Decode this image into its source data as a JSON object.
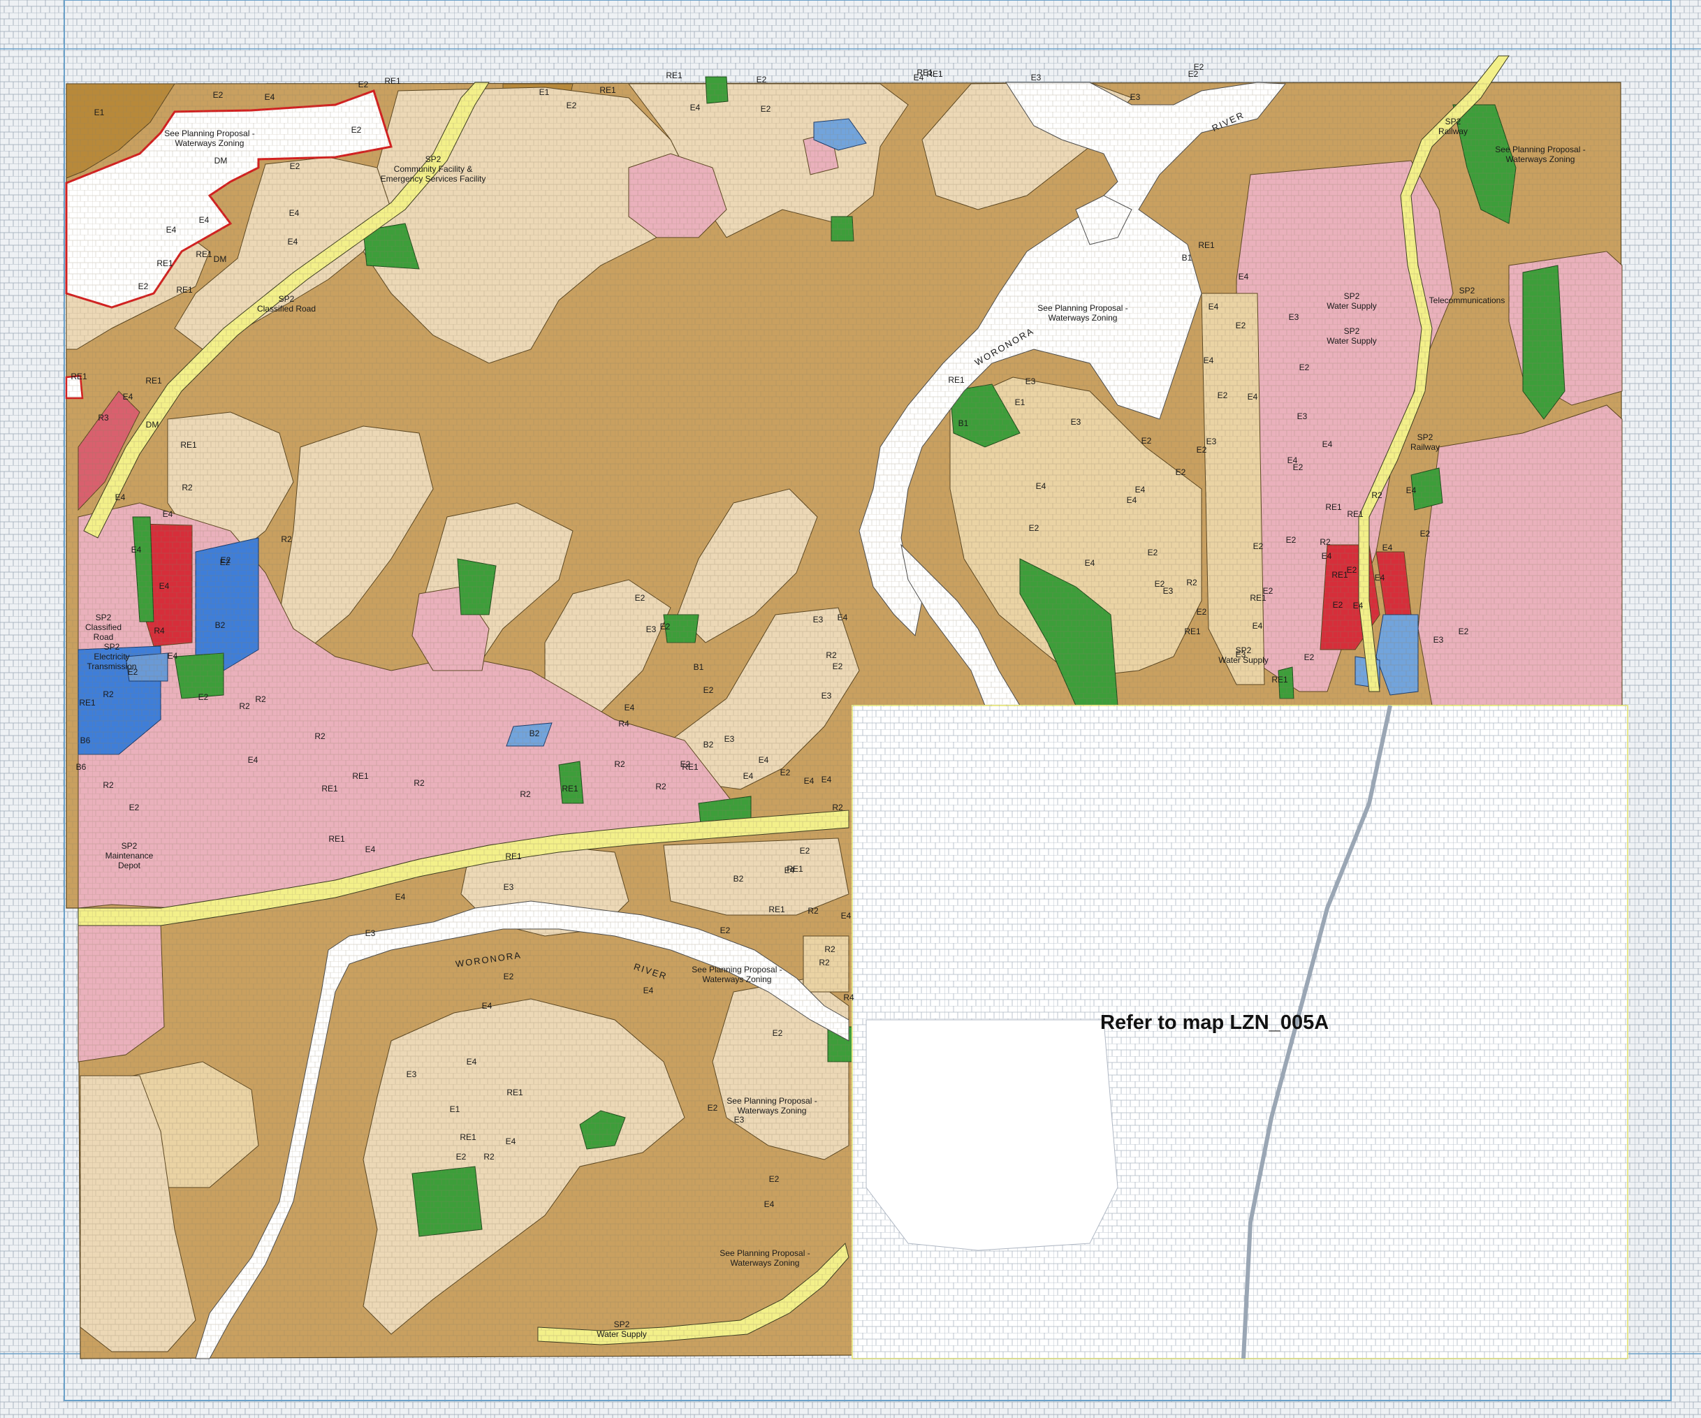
{
  "map": {
    "refer_note": "Refer to map LZN_005A",
    "colors": {
      "E1": "#b8893a",
      "E2": "#c9a060",
      "E3": "#ead3a4",
      "E4": "#ecd8b6",
      "R2": "#eab1bc",
      "R3": "#d9606e",
      "R4": "#d62e3a",
      "B1": "#6a9ad6",
      "B2": "#72a4dc",
      "B6": "#3f7ed8",
      "RE1": "#3d9e3a",
      "RE2": "#3d9e3a",
      "SP2": "#f3f08a",
      "river": "#ffffff",
      "cadastre": "#9aa6b4",
      "boundary_red": "#d21f1f"
    },
    "rivers": [
      {
        "name": "WORONORA",
        "label": "WORONORA"
      },
      {
        "name": "RIVER",
        "label": "RIVER"
      }
    ],
    "river_labels": [
      "WORONORA",
      "RIVER",
      "WORONORA",
      "RIVER"
    ],
    "annotations": [
      {
        "text1": "See Planning Proposal -",
        "text2": "Waterways Zoning"
      },
      {
        "text1": "SP2",
        "text2": "Community Facility &",
        "text3": "Emergency Services Facility"
      },
      {
        "text1": "SP2",
        "text2": "Classified Road"
      },
      {
        "text1": "See Planning Proposal -",
        "text2": "Waterways Zoning"
      },
      {
        "text1": "SP2",
        "text2": "Railway"
      },
      {
        "text1": "See Planning Proposal -",
        "text2": "Waterways Zoning"
      },
      {
        "text1": "SP2",
        "text2": "Water Supply"
      },
      {
        "text1": "SP2",
        "text2": "Water Supply"
      },
      {
        "text1": "SP2",
        "text2": "Telecommunications"
      },
      {
        "text1": "SP2",
        "text2": "Railway"
      },
      {
        "text1": "SP2",
        "text2": "Classified",
        "text3": "Road"
      },
      {
        "text1": "SP2",
        "text2": "Electricity",
        "text3": "Transmission"
      },
      {
        "text1": "SP2",
        "text2": "Maintenance",
        "text3": "Depot"
      },
      {
        "text1": "SP2",
        "text2": "Water Supply"
      },
      {
        "text1": "See Planning Proposal -",
        "text2": "Waterways Zoning"
      },
      {
        "text1": "See Planning Proposal -",
        "text2": "Waterways Zoning"
      },
      {
        "text1": "See Planning Proposal -",
        "text2": "Waterways Zoning"
      },
      {
        "text1": "SP2",
        "text2": "Water Supply"
      },
      {
        "text1": "SP2",
        "text2": ""
      }
    ],
    "zone_labels": [
      "E1",
      "E2",
      "E4",
      "RE1",
      "E2",
      "E1",
      "E2",
      "RE1",
      "E4",
      "RE1",
      "E2",
      "RE1",
      "E4",
      "E3",
      "E3",
      "E2",
      "E2",
      "RE1",
      "E2",
      "E2",
      "DM",
      "E2",
      "E4",
      "E4",
      "E4",
      "DM",
      "RE1",
      "RE1",
      "E2",
      "E4",
      "RE1",
      "RE1",
      "E4",
      "RE1",
      "DM",
      "RE1",
      "R3",
      "E4",
      "R2",
      "E4",
      "E2",
      "E4",
      "E4",
      "E2",
      "E4",
      "R4",
      "R2",
      "B2",
      "E2",
      "R2",
      "RE1",
      "B6",
      "B6",
      "R2",
      "E2",
      "R2",
      "E2",
      "R2",
      "E4",
      "R2",
      "RE1",
      "RE1",
      "B2",
      "R2",
      "R2",
      "RE1",
      "R2",
      "RE1",
      "E4",
      "E3",
      "E4",
      "E3",
      "E2",
      "E4",
      "E2",
      "E4",
      "R2",
      "E2",
      "E3",
      "E2",
      "E4",
      "E2",
      "E4",
      "RE1",
      "E4",
      "E3",
      "E1",
      "RE1",
      "E2",
      "R2",
      "B2",
      "E4",
      "RE1",
      "E4",
      "E3",
      "E2",
      "E3",
      "E2",
      "B1",
      "E2",
      "E4",
      "E2",
      "R2",
      "R4",
      "B2",
      "E2",
      "RE1",
      "RE1",
      "R2",
      "E4",
      "R2",
      "R4",
      "RE1",
      "E4",
      "E3",
      "E2",
      "R2",
      "E3",
      "E4",
      "E2",
      "E4",
      "E4",
      "R2",
      "RE1",
      "B1",
      "E3",
      "E1",
      "E3",
      "E4",
      "E2",
      "E4",
      "E4",
      "E4",
      "E2",
      "E2",
      "R2",
      "E2",
      "E3",
      "E2",
      "RE1",
      "E2",
      "E3",
      "E4",
      "RE1",
      "E2",
      "R2",
      "E2",
      "E4",
      "E4",
      "RE1",
      "E2",
      "E4",
      "E3",
      "E2",
      "E2",
      "E4",
      "R2",
      "E4",
      "RE1",
      "RE1",
      "E2",
      "E4",
      "E3",
      "E2",
      "E3",
      "E4",
      "E2",
      "E4",
      "B1",
      "RE1",
      "E4",
      "E2",
      "E4",
      "E3",
      "E2",
      "E2",
      "RE1",
      "E2",
      "E2",
      "E4"
    ]
  }
}
